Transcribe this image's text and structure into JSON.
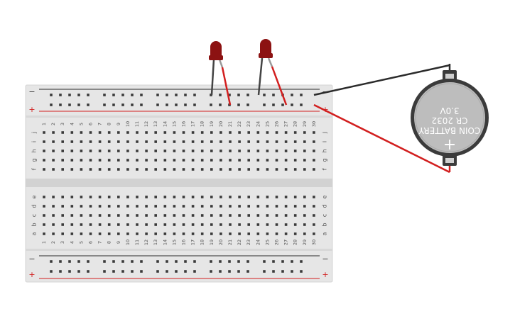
{
  "breadboard": {
    "columns": [
      "1",
      "2",
      "3",
      "4",
      "5",
      "6",
      "7",
      "8",
      "9",
      "10",
      "11",
      "12",
      "13",
      "14",
      "15",
      "16",
      "17",
      "18",
      "19",
      "20",
      "21",
      "22",
      "23",
      "24",
      "25",
      "26",
      "27",
      "28",
      "29",
      "30"
    ],
    "rows_top": [
      "j",
      "i",
      "h",
      "g",
      "f"
    ],
    "rows_bottom": [
      "e",
      "d",
      "c",
      "b",
      "a"
    ],
    "rail_minus": "−",
    "rail_plus": "+",
    "colors": {
      "board": "#e6e6e6",
      "hole": "#3a3a3a",
      "rail_red": "#d21f1f",
      "rail_black": "#2b2b2b"
    }
  },
  "battery": {
    "line1": "COIN BATTERY",
    "line2": "CR 2032",
    "line3": "3.0V",
    "symbol": "+",
    "colors": {
      "case": "#3b3b3b",
      "face": "#bdbdbd"
    }
  },
  "leds": [
    {
      "color": "#8c1212"
    },
    {
      "color": "#8c1212"
    }
  ],
  "wires": [
    {
      "color": "#2b2b2b"
    },
    {
      "color": "#d21f1f"
    }
  ]
}
